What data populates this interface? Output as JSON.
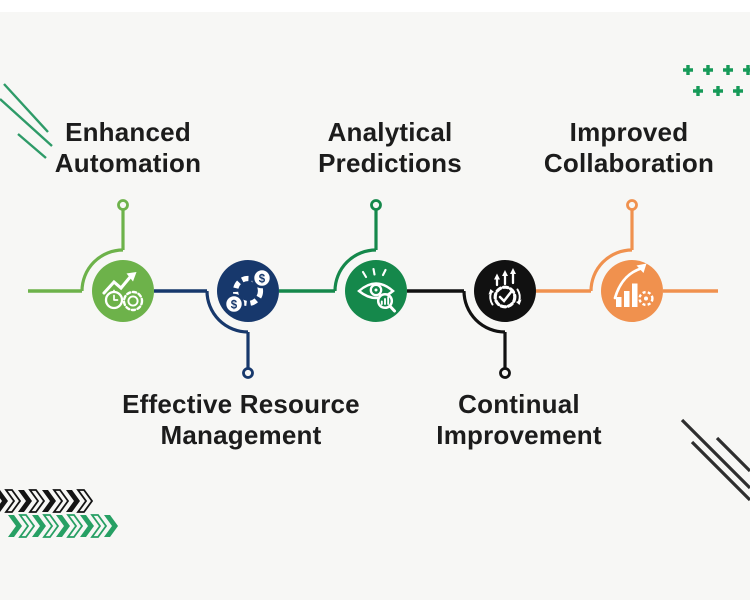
{
  "steps": [
    {
      "id": 1,
      "label_lines": [
        "Enhanced",
        "Automation"
      ],
      "label_position": "top",
      "color": "#6db24a",
      "icon": "automation-icon"
    },
    {
      "id": 2,
      "label_lines": [
        "Effective Resource",
        "Management"
      ],
      "label_position": "bottom",
      "color": "#17386c",
      "icon": "resource-management-icon"
    },
    {
      "id": 3,
      "label_lines": [
        "Analytical",
        "Predictions"
      ],
      "label_position": "top",
      "color": "#15884b",
      "icon": "analytics-eye-icon"
    },
    {
      "id": 4,
      "label_lines": [
        "Continual",
        "Improvement"
      ],
      "label_position": "bottom",
      "color": "#111111",
      "icon": "continual-improvement-icon"
    },
    {
      "id": 5,
      "label_lines": [
        "Improved",
        "Collaboration"
      ],
      "label_position": "top",
      "color": "#f0914e",
      "icon": "growth-gear-icon"
    }
  ],
  "icons": {
    "dollar_sign": "$"
  },
  "colors": {
    "background": "#f7f7f5",
    "white": "#ffffff",
    "text": "#1c1c1c",
    "light_green": "#6db24a",
    "navy": "#17386c",
    "dark_green": "#15884b",
    "black": "#111111",
    "orange": "#f0914e",
    "plus_green": "#169a58",
    "chevron_black": "#141414",
    "chevron_green": "#27a064",
    "decor_line_green": "#2e9b68",
    "decor_line_dark": "#2e2e2e"
  }
}
